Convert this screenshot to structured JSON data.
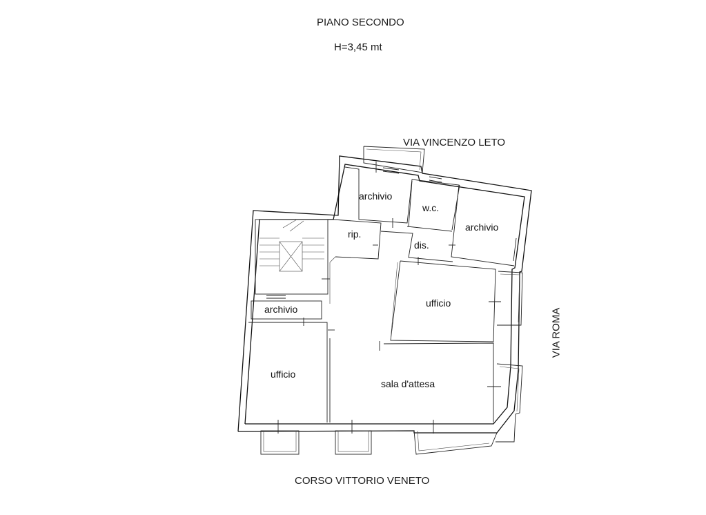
{
  "header": {
    "title": "PIANO SECONDO",
    "height": "H=3,45 mt"
  },
  "streets": {
    "north": "VIA VINCENZO LETO",
    "east": "VIA ROMA",
    "south": "CORSO VITTORIO VENETO"
  },
  "rooms": {
    "archivio_north_left": "archivio",
    "wc": "w.c.",
    "archivio_north_right": "archivio",
    "rip": "rip.",
    "dis": "dis.",
    "ufficio_east": "ufficio",
    "archivio_west": "archivio",
    "ufficio_west": "ufficio",
    "sala_attesa": "sala d'attesa"
  }
}
